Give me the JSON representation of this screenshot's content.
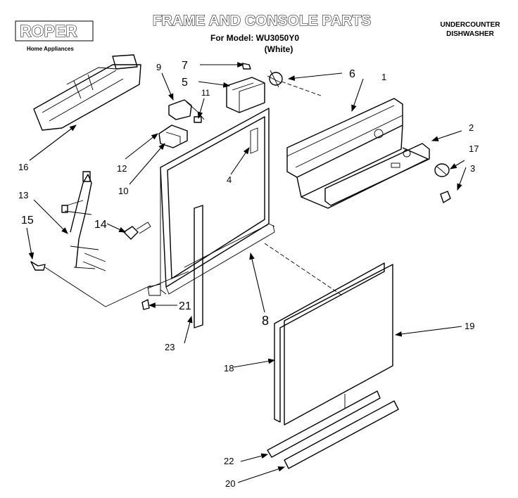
{
  "brand": {
    "name": "ROPER",
    "tagline": "Home Appliances"
  },
  "header": {
    "title": "FRAME AND CONSOLE PARTS",
    "model_line": "For Model: WU3050Y0",
    "color_line": "(White)",
    "category_line1": "UNDERCOUNTER",
    "category_line2": "DISHWASHER"
  },
  "callouts": {
    "c1": "1",
    "c2": "2",
    "c3": "3",
    "c4": "4",
    "c5": "5",
    "c6": "6",
    "c7": "7",
    "c8": "8",
    "c9": "9",
    "c10": "10",
    "c11": "11",
    "c12": "12",
    "c13": "13",
    "c14": "14",
    "c15": "15",
    "c16": "16",
    "c17": "17",
    "c18": "18",
    "c19": "19",
    "c20": "20",
    "c21": "21",
    "c22": "22",
    "c23": "23"
  }
}
